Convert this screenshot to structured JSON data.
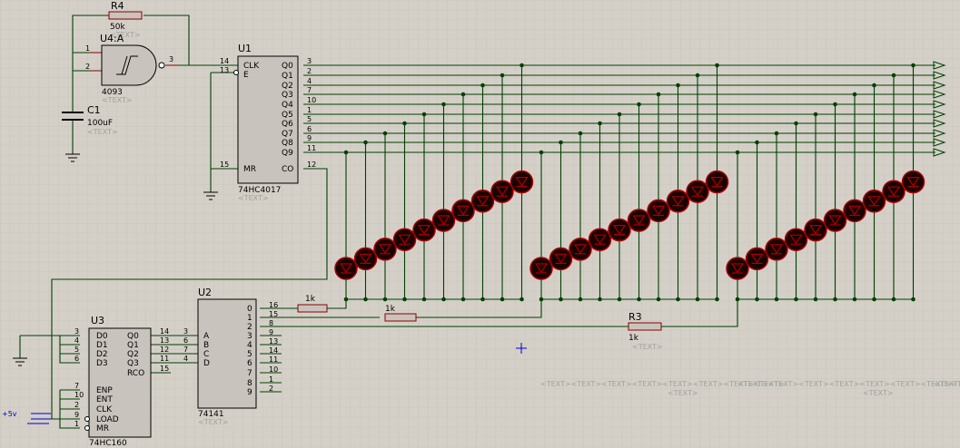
{
  "components": {
    "r4": {
      "ref": "R4",
      "value": "50k",
      "text": "<TEXT>"
    },
    "u4": {
      "ref": "U4:A",
      "type": "4093",
      "text": "<TEXT>",
      "pins": [
        "1",
        "2",
        "3"
      ]
    },
    "c1": {
      "ref": "C1",
      "value": "100uF",
      "text": "<TEXT>"
    },
    "u1": {
      "ref": "U1",
      "type": "74HC4017",
      "text": "<TEXT>",
      "left_pins": [
        {
          "num": "14",
          "name": "CLK"
        },
        {
          "num": "13",
          "name": "E"
        },
        {
          "num": "15",
          "name": "MR"
        }
      ],
      "right_pins": [
        {
          "num": "3",
          "name": "Q0"
        },
        {
          "num": "2",
          "name": "Q1"
        },
        {
          "num": "4",
          "name": "Q2"
        },
        {
          "num": "7",
          "name": "Q3"
        },
        {
          "num": "10",
          "name": "Q4"
        },
        {
          "num": "1",
          "name": "Q5"
        },
        {
          "num": "5",
          "name": "Q6"
        },
        {
          "num": "6",
          "name": "Q7"
        },
        {
          "num": "9",
          "name": "Q8"
        },
        {
          "num": "11",
          "name": "Q9"
        },
        {
          "num": "12",
          "name": "CO"
        }
      ]
    },
    "u3": {
      "ref": "U3",
      "type": "74HC160",
      "left_pins": [
        {
          "num": "3",
          "name": "D0"
        },
        {
          "num": "4",
          "name": "D1"
        },
        {
          "num": "5",
          "name": "D2"
        },
        {
          "num": "6",
          "name": "D3"
        },
        {
          "num": "7",
          "name": "ENP"
        },
        {
          "num": "10",
          "name": "ENT"
        },
        {
          "num": "2",
          "name": "CLK"
        },
        {
          "num": "9",
          "name": "LOAD"
        },
        {
          "num": "1",
          "name": "MR"
        }
      ],
      "right_pins": [
        {
          "num": "14",
          "name": "Q0"
        },
        {
          "num": "13",
          "name": "Q1"
        },
        {
          "num": "12",
          "name": "Q2"
        },
        {
          "num": "11",
          "name": "Q3"
        },
        {
          "num": "15",
          "name": "RCO"
        }
      ]
    },
    "u2": {
      "ref": "U2",
      "type": "74141",
      "text": "<TEXT>",
      "left_pins": [
        {
          "num": "3",
          "name": "A"
        },
        {
          "num": "6",
          "name": "B"
        },
        {
          "num": "7",
          "name": "C"
        },
        {
          "num": "4",
          "name": "D"
        }
      ],
      "right_pins": [
        {
          "num": "16",
          "name": "0"
        },
        {
          "num": "15",
          "name": "1"
        },
        {
          "num": "8",
          "name": "2"
        },
        {
          "num": "9",
          "name": "3"
        },
        {
          "num": "13",
          "name": "4"
        },
        {
          "num": "14",
          "name": "5"
        },
        {
          "num": "11",
          "name": "6"
        },
        {
          "num": "10",
          "name": "7"
        },
        {
          "num": "1",
          "name": "8"
        },
        {
          "num": "2",
          "name": "9"
        }
      ]
    },
    "r1": {
      "value": "1k"
    },
    "r2": {
      "value": "1k"
    },
    "r3": {
      "ref": "R3",
      "value": "1k",
      "text": "<TEXT>"
    },
    "supply": {
      "label": "+5v"
    }
  },
  "placeholders": {
    "row1_a": "<TEXT><TEXT><TEXT><TEXT><TEXT><TEXT><TEXT><TEXT>",
    "row1_b": "<TEXT><TEXT><TEXT><TEXT><TEXT><TEXT><TEXT><TEXT>",
    "row1_c": "<TEXT>",
    "row2_a": "<TEXT>",
    "row2_b": "<TEXT>"
  },
  "colors": {
    "background": "#d4d0c8",
    "wire": "#004000",
    "led": "#aa0000",
    "grid": "#c2bdb5"
  }
}
